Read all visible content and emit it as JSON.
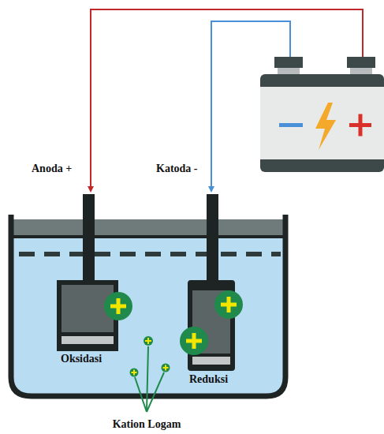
{
  "diagram": {
    "labels": [
      "Anoda +",
      "Katoda -",
      "Oksidasi",
      "Reduksi",
      "Kation Logam"
    ]
  }
}
